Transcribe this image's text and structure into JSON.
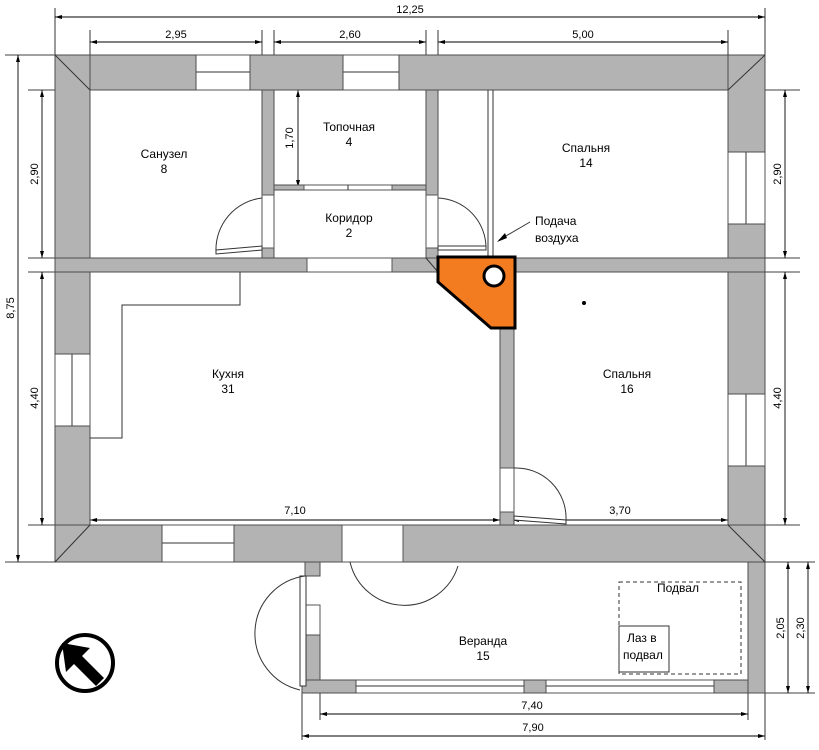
{
  "dimensions": {
    "total_width": "12,25",
    "sanuzel_width": "2,95",
    "topochnaya_width": "2,60",
    "bedroom_width": "5,00",
    "total_height": "8,75",
    "left_upper": "2,90",
    "left_lower": "4,40",
    "right_upper": "2,90",
    "right_lower": "4,40",
    "topochnaya_depth": "1,70",
    "kitchen_width": "7,10",
    "bedroom_lower_width": "3,70",
    "veranda_inner": "7,40",
    "veranda_outer": "7,90",
    "veranda_depth_inner": "2,05",
    "veranda_depth_outer": "2,30"
  },
  "rooms": {
    "sanuzel": {
      "name": "Санузел",
      "area": "8"
    },
    "topochnaya": {
      "name": "Топочная",
      "area": "4"
    },
    "koridor": {
      "name": "Коридор",
      "area": "2"
    },
    "bedroom_top": {
      "name": "Спальня",
      "area": "14"
    },
    "kitchen": {
      "name": "Кухня",
      "area": "31"
    },
    "bedroom_bottom": {
      "name": "Спальня",
      "area": "16"
    },
    "veranda": {
      "name": "Веранда",
      "area": "15"
    }
  },
  "annotations": {
    "air_supply_line1": "Подача",
    "air_supply_line2": "воздуха",
    "basement": "Подвал",
    "hatch_line1": "Лаз в",
    "hatch_line2": "подвал",
    "north": "N"
  },
  "colors": {
    "stove": "#f47c20",
    "wall": "#b3b3b3"
  }
}
